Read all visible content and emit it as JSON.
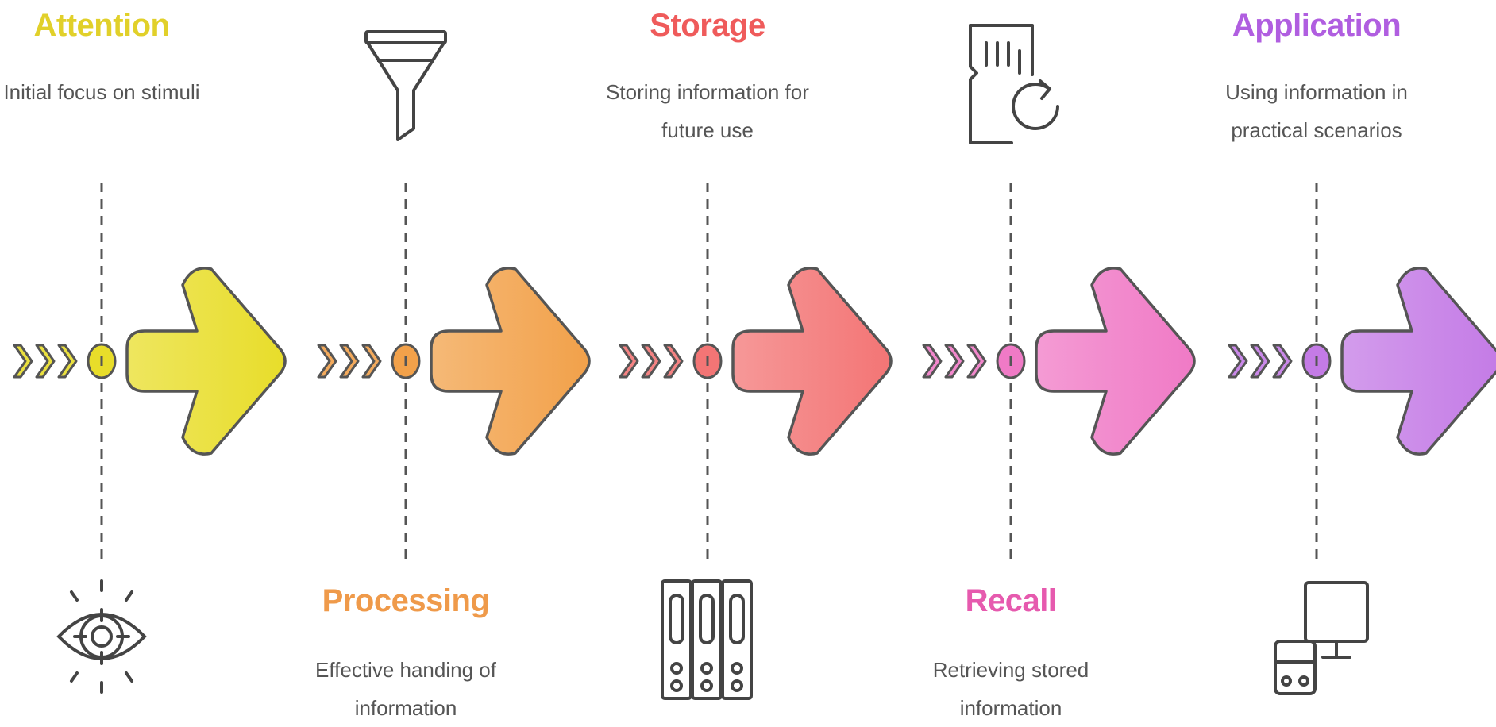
{
  "stages": [
    {
      "id": "attention",
      "title": "Attention",
      "description": "Initial focus on stimuli",
      "color": "#e8dd2a",
      "title_color": "#e1d02a",
      "icon": "eye-icon",
      "label_position": "top"
    },
    {
      "id": "processing",
      "title": "Processing",
      "description": "Effective handing of information",
      "color": "#f2a14a",
      "title_color": "#ef9a4a",
      "icon": "funnel-icon",
      "label_position": "bottom"
    },
    {
      "id": "storage",
      "title": "Storage",
      "description": "Storing information for future use",
      "color": "#f37575",
      "title_color": "#ef5b5b",
      "icon": "binders-icon",
      "label_position": "top"
    },
    {
      "id": "recall",
      "title": "Recall",
      "description": "Retrieving stored information",
      "color": "#f07ac6",
      "title_color": "#e65aae",
      "icon": "memory-card-icon",
      "label_position": "bottom"
    },
    {
      "id": "application",
      "title": "Application",
      "description": "Using information in practical scenarios",
      "color": "#c47be6",
      "title_color": "#b05ee0",
      "icon": "computer-icon",
      "label_position": "top"
    }
  ]
}
